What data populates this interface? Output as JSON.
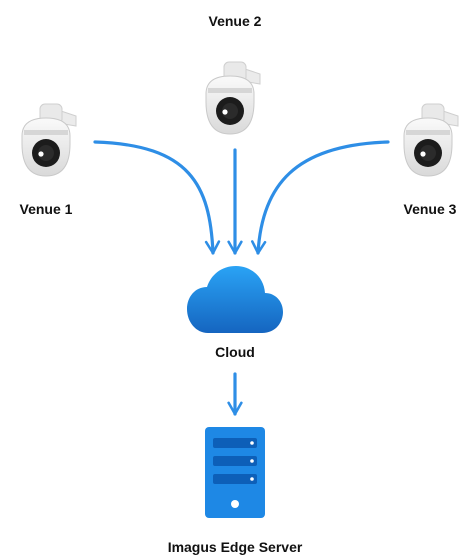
{
  "colors": {
    "arrow": "#2e8ee6",
    "camera_body": "#f1f1f1",
    "camera_lens": "#1c1c1c",
    "cloud_top": "#2aa3f5",
    "cloud_bottom": "#1565c0",
    "server_body": "#1e88e5",
    "server_slot": "#0d5fb8",
    "label_text": "#111111"
  },
  "nodes": {
    "venue1": {
      "label": "Venue 1",
      "icon": "ptz-camera-icon"
    },
    "venue2": {
      "label": "Venue 2",
      "icon": "ptz-camera-icon"
    },
    "venue3": {
      "label": "Venue 3",
      "icon": "ptz-camera-icon"
    },
    "cloud": {
      "label": "Cloud",
      "icon": "cloud-icon"
    },
    "server": {
      "label": "Imagus Edge Server",
      "icon": "server-icon"
    }
  },
  "edges": [
    {
      "from": "venue1",
      "to": "cloud"
    },
    {
      "from": "venue2",
      "to": "cloud"
    },
    {
      "from": "venue3",
      "to": "cloud"
    },
    {
      "from": "cloud",
      "to": "server"
    }
  ]
}
